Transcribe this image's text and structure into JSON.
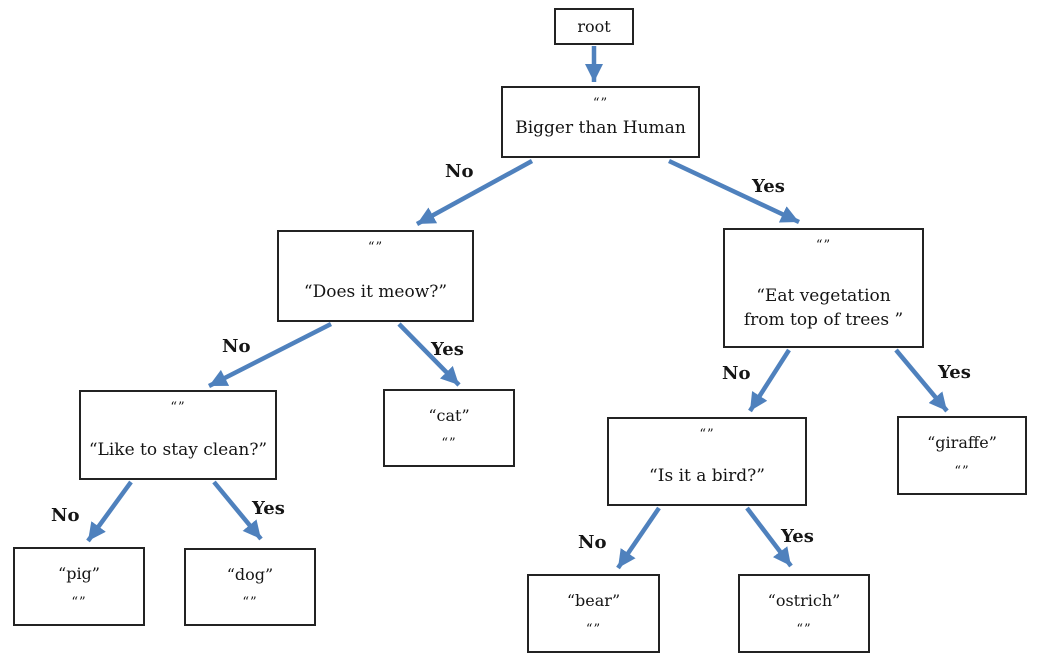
{
  "diagram_type": "decision-tree",
  "colors": {
    "arrow": "#4f81bd",
    "box_border": "#232323",
    "box_fill": "#ffffff",
    "text": "#151515"
  },
  "nodes": {
    "root": {
      "label": "root"
    },
    "bigger": {
      "quote": "“”",
      "label": "Bigger than Human"
    },
    "meow": {
      "quote": "“”",
      "label": "“Does it meow?”"
    },
    "veg": {
      "quote": "“”",
      "label": "“Eat vegetation\nfrom top of trees ”"
    },
    "clean": {
      "quote": "“”",
      "label": "“Like to stay clean?”"
    },
    "cat": {
      "label": "“cat”",
      "quote": "“”"
    },
    "pig": {
      "label": "“pig”",
      "quote": "“”"
    },
    "dog": {
      "label": "“dog”",
      "quote": "“”"
    },
    "bird": {
      "quote": "“”",
      "label": "“Is it a bird?”"
    },
    "giraffe": {
      "label": "“giraffe”",
      "quote": "“”"
    },
    "bear": {
      "label": "“bear”",
      "quote": "“”"
    },
    "ostrich": {
      "label": "“ostrich”",
      "quote": "“”"
    }
  },
  "edges": {
    "bigger_no": "No",
    "bigger_yes": "Yes",
    "meow_no": "No",
    "meow_yes": "Yes",
    "clean_no": "No",
    "clean_yes": "Yes",
    "veg_no": "No",
    "veg_yes": "Yes",
    "bird_no": "No",
    "bird_yes": "Yes"
  }
}
